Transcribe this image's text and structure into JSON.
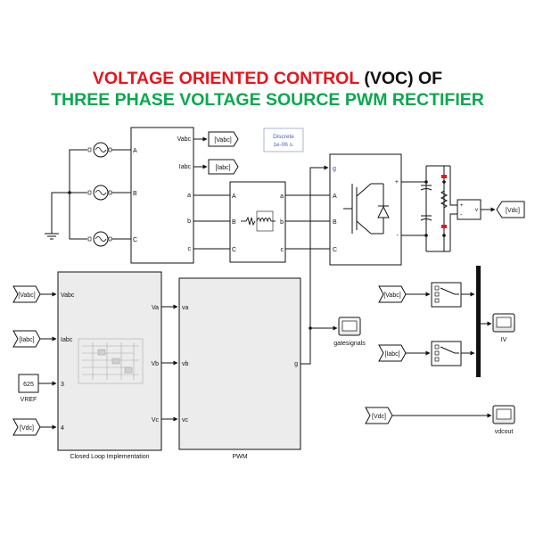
{
  "title": {
    "line1_part1": "VOLTAGE ORIENTED CONTROL ",
    "line1_part2": "(VOC) OF",
    "line2": "THREE PHASE VOLTAGE SOURCE PWM RECTIFIER",
    "colors": {
      "red": "#e8141b",
      "green": "#0aa84f",
      "black": "#111111"
    }
  },
  "powergui": {
    "line1": "Discrete",
    "line2": "1e-06 s."
  },
  "tags": {
    "goto_vabc": "[Vabc]",
    "goto_iabc": "[Iabc]",
    "goto_vdc": "[Vdc]",
    "from_vabc_ctrl": "[Vabc]",
    "from_iabc_ctrl": "[Iabc]",
    "from_vdc_ctrl": "[Vdc]",
    "from_vabc_scope": "[Vabc]",
    "from_iabc_scope": "[Iabc]",
    "from_vdc_scope": "[Vdc]"
  },
  "measurement": {
    "port_a_in": "A",
    "port_b_in": "B",
    "port_c_in": "C",
    "port_vabc": "Vabc",
    "port_iabc": "Iabc",
    "port_a_out": "a",
    "port_b_out": "b",
    "port_c_out": "c"
  },
  "rl_branch": {
    "port_a_in": "A",
    "port_b_in": "B",
    "port_c_in": "C",
    "port_a_out": "a",
    "port_b_out": "b",
    "port_c_out": "c"
  },
  "bridge": {
    "port_g": "g",
    "port_a": "A",
    "port_b": "B",
    "port_c": "C",
    "port_plus": "+",
    "port_minus": "-"
  },
  "voltmeter": {
    "port_plus": "+",
    "port_minus": "-",
    "port_v": "v"
  },
  "controller": {
    "label": "Closed Loop Implementation",
    "in1": "Vabc",
    "in2": "Iabc",
    "in3": "3",
    "in4": "4",
    "out1": "Va",
    "out2": "Vb",
    "out3": "Vc"
  },
  "vref": {
    "value": "625",
    "label": "VREF"
  },
  "pwm": {
    "label": "PWM",
    "in1": "va",
    "in2": "vb",
    "in3": "vc",
    "out": "g"
  },
  "scopes": {
    "gatesignals": "gatesignals",
    "iv": "IV",
    "vdcout": "vdcout"
  }
}
